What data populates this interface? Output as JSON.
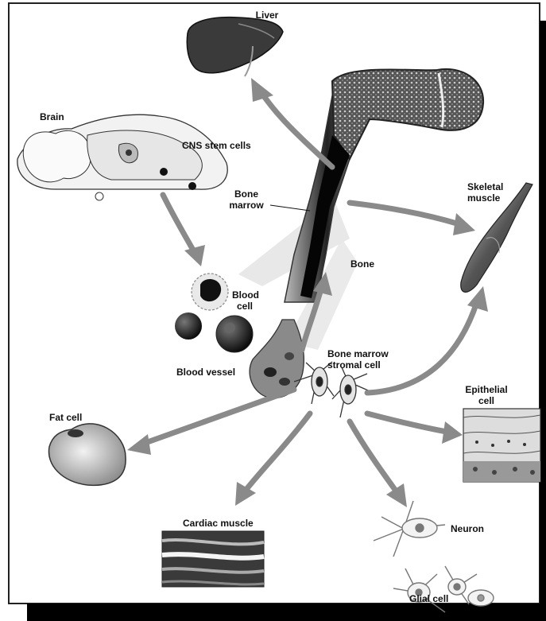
{
  "labels": {
    "liver": "Liver",
    "brain": "Brain",
    "cns_stem_cells": "CNS stem cells",
    "bone_marrow_line1": "Bone",
    "bone_marrow_line2": "marrow",
    "bone": "Bone",
    "skeletal_muscle_line1": "Skeletal",
    "skeletal_muscle_line2": "muscle",
    "blood_cell_line1": "Blood",
    "blood_cell_line2": "cell",
    "blood_vessel": "Blood vessel",
    "stromal_cell_line1": "Bone marrow",
    "stromal_cell_line2": "stromal cell",
    "epithelial_cell_line1": "Epithelial",
    "epithelial_cell_line2": "cell",
    "fat_cell": "Fat cell",
    "cardiac_muscle": "Cardiac muscle",
    "neuron": "Neuron",
    "glial_cell": "Glial cell"
  },
  "colors": {
    "arrow": "#8a8a8a",
    "frame": "#111111",
    "background": "#ffffff"
  }
}
